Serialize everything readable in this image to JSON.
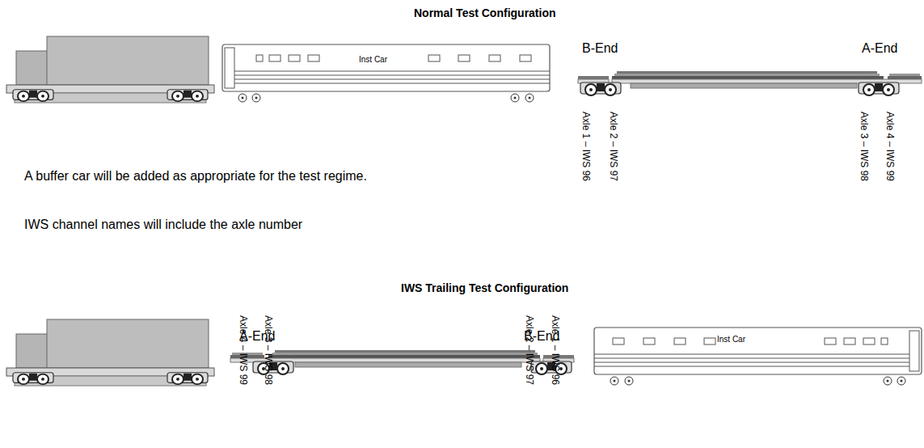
{
  "diagram": {
    "labels": [
      "Normal Test Configuration",
      "Inst Car",
      "B-End",
      "A-End",
      "Axle 1 – IWS 96",
      "Axle 2 – IWS 97",
      "Axle 3 – IWS 98",
      "Axle 4 – IWS 99",
      "A buffer car will be added as appropriate for the test regime.",
      "IWS channel names will include the axle number",
      "IWS Trailing Test Configuration",
      "A-End",
      "B-End",
      "Inst Car",
      "Axle 4 – IWS 99",
      "Axle 3 – IWS 98",
      "Axle 2 – IWS 97",
      "Axle 1 – IWS 96"
    ]
  }
}
